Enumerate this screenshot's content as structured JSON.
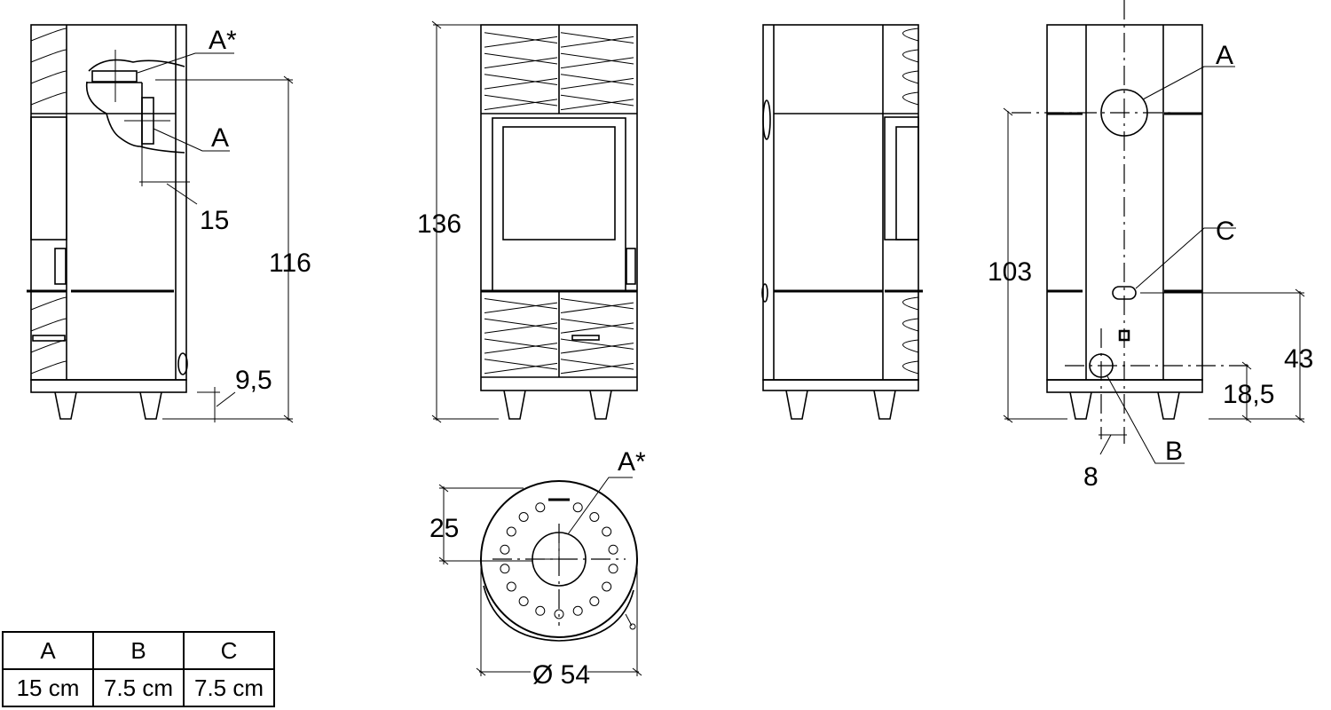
{
  "side_view_left": {
    "labels": {
      "a_star": "A*",
      "a": "A"
    },
    "dimensions": {
      "height_outlet": "116",
      "offset": "15",
      "feet": "9,5"
    }
  },
  "front_view": {
    "dimensions": {
      "total_height": "136"
    }
  },
  "rear_view": {
    "labels": {
      "a": "A",
      "b": "B",
      "c": "C"
    },
    "dimensions": {
      "outlet_a_height": "103",
      "outlet_c_height": "43",
      "outlet_b_height": "18,5",
      "outlet_b_offset": "8"
    }
  },
  "top_view": {
    "labels": {
      "a_star": "A*"
    },
    "dimensions": {
      "offset": "25",
      "diameter": "Ø 54"
    }
  },
  "spec_table": {
    "headers": [
      "A",
      "B",
      "C"
    ],
    "values": [
      "15 cm",
      "7.5 cm",
      "7.5 cm"
    ]
  }
}
